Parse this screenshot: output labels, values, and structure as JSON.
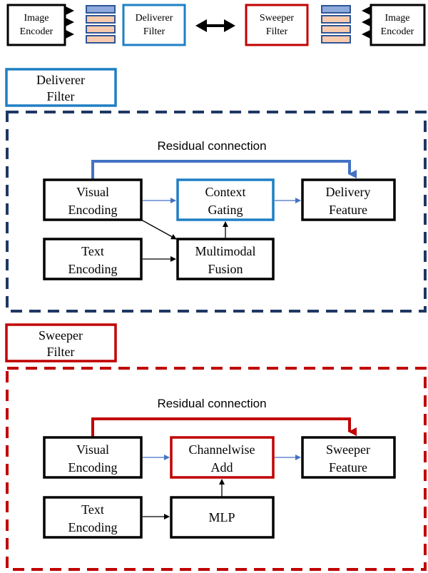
{
  "top_row": {
    "left_encoder": [
      "Image",
      "Encoder"
    ],
    "deliverer_filter": [
      "Deliverer",
      "Filter"
    ],
    "sweeper_filter": [
      "Sweeper",
      "Filter"
    ],
    "right_encoder": [
      "Image",
      "Encoder"
    ]
  },
  "deliverer": {
    "title": [
      "Deliverer",
      "Filter"
    ],
    "residual_label": "Residual connection",
    "visual": [
      "Visual",
      "Encoding"
    ],
    "gate": [
      "Context",
      "Gating"
    ],
    "output": [
      "Delivery",
      "Feature"
    ],
    "text": [
      "Text",
      "Encoding"
    ],
    "fusion": [
      "Multimodal",
      "Fusion"
    ]
  },
  "sweeper": {
    "title": [
      "Sweeper",
      "Filter"
    ],
    "residual_label": "Residual connection",
    "visual": [
      "Visual",
      "Encoding"
    ],
    "add": [
      "Channelwise",
      "Add"
    ],
    "output": [
      "Sweeper",
      "Feature"
    ],
    "text": [
      "Text",
      "Encoding"
    ],
    "mlp": "MLP"
  },
  "colors": {
    "blue": "#1f7fc4",
    "red": "#c00000",
    "navy_dash": "#1f3864",
    "arrow_blue": "#4472c4",
    "stack_blue": "#8ea9db",
    "stack_blue_border": "#2f5597",
    "stack_peach": "#f8cbad"
  }
}
